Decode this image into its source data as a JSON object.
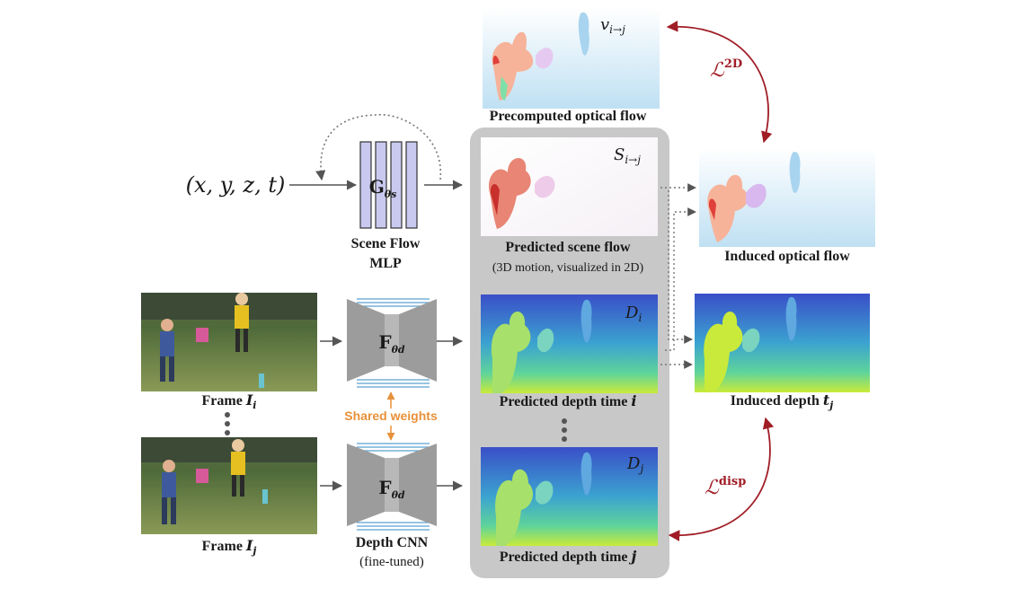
{
  "input_tuple": "(x, y, z, t)",
  "mlp": {
    "symbol": "G",
    "subscript": "θs",
    "label_line1": "Scene Flow",
    "label_line2": "MLP"
  },
  "cnn": {
    "symbol": "F",
    "subscript": "θd",
    "label_line1": "Depth CNN",
    "label_line2": "(fine-tuned)",
    "shared": "Shared weights"
  },
  "frames": {
    "top": "Frame",
    "top_sub": "i",
    "bottom": "Frame",
    "bottom_sub": "j",
    "base": "I"
  },
  "panels": {
    "optical": {
      "label": "Precomputed optical flow",
      "tag": "v",
      "tag_sub": "i→j"
    },
    "scene": {
      "label": "Predicted scene flow",
      "sublabel": "(3D motion, visualized in 2D)",
      "tag": "S",
      "tag_sub": "i→j"
    },
    "depth_i": {
      "label": "Predicted depth time",
      "var": "i",
      "tag": "D",
      "tag_sub": "i"
    },
    "depth_j": {
      "label": "Predicted depth time",
      "var": "j",
      "tag": "D",
      "tag_sub": "j"
    },
    "induced_flow": {
      "label": "Induced optical flow"
    },
    "induced_depth": {
      "label": "Induced depth",
      "var": "t",
      "var_sub": "j"
    }
  },
  "losses": {
    "l2d": "ℒ",
    "l2d_sup": "2D",
    "ldisp": "ℒ",
    "ldisp_sup": "disp"
  },
  "colors": {
    "loss": "#a01d26",
    "shared": "#e8913a",
    "panel": "#c8c8c8",
    "mlp": "#c9c9f0",
    "cnn": "#9c9c9c"
  }
}
